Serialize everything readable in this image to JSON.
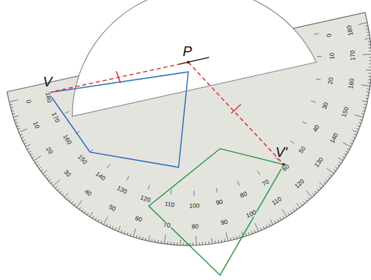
{
  "diagram": {
    "labels": [
      "V",
      "P",
      "V'",
      "0",
      "10",
      "20",
      "30",
      "40",
      "50",
      "60",
      "70",
      "80",
      "90",
      "100",
      "110",
      "120",
      "130",
      "140",
      "150",
      "160",
      "170",
      "180",
      "180",
      "170",
      "160",
      "150",
      "140",
      "130",
      "120",
      "110",
      "100",
      "90",
      "80",
      "70",
      "60",
      "50",
      "40",
      "30",
      "20",
      "10",
      "0"
    ]
  }
}
